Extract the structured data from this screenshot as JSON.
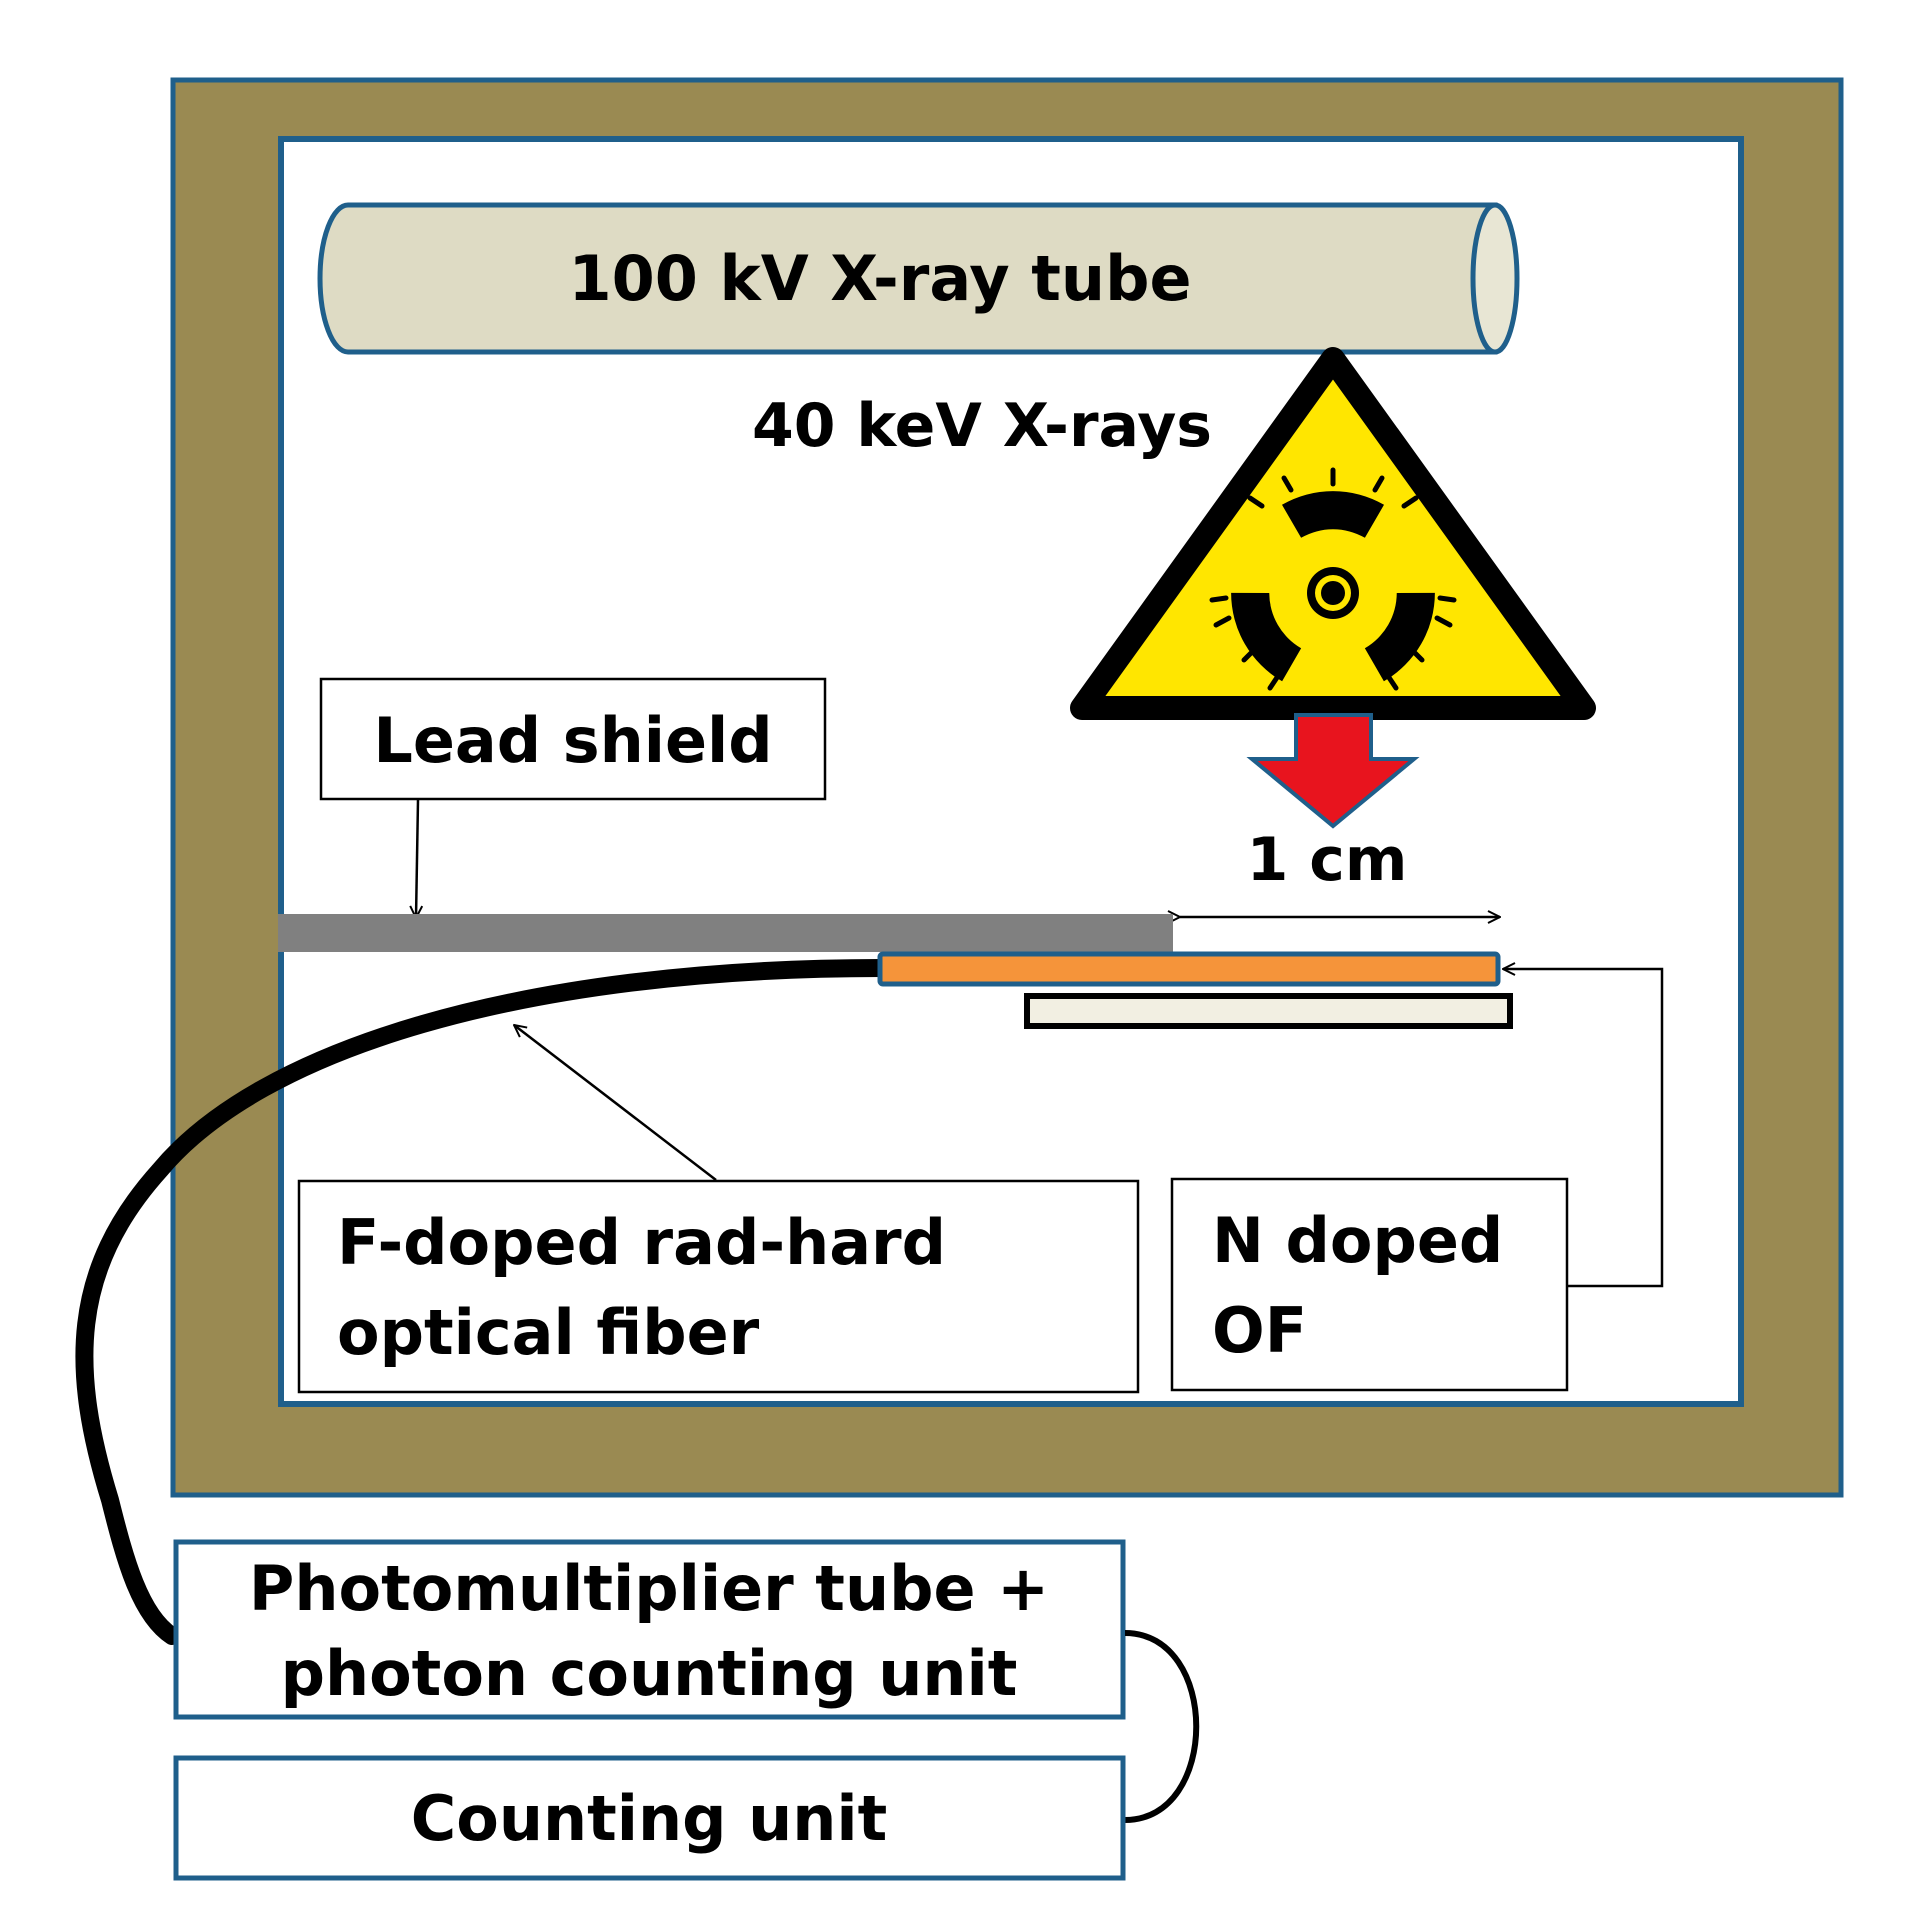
{
  "labels": {
    "xray_tube": "100 kV X-ray tube",
    "xray_energy": "40 keV X-rays",
    "lead_shield": "Lead shield",
    "length": "1 cm",
    "f_fiber_line1": "F-doped rad-hard",
    "f_fiber_line2": "optical fiber",
    "n_fiber_line1": "N doped",
    "n_fiber_line2": "OF",
    "pmt_line1": "Photomultiplier tube +",
    "pmt_line2": "photon counting unit",
    "counting": "Counting unit"
  },
  "colors": {
    "enclosure_wall": "#9a8a52",
    "border_blue": "#1f5f8b",
    "tube_fill": "#dedbc4",
    "lead_shield": "#808080",
    "fiber_orange": "#f5943a",
    "n_fiber_fill": "#f2efe2",
    "warning_yellow": "#ffe600",
    "arrow_red": "#e8141e",
    "cable_black": "#000000"
  },
  "icons": {
    "warning": "radiation-warning-icon",
    "beam_arrow": "down-arrow-icon"
  }
}
